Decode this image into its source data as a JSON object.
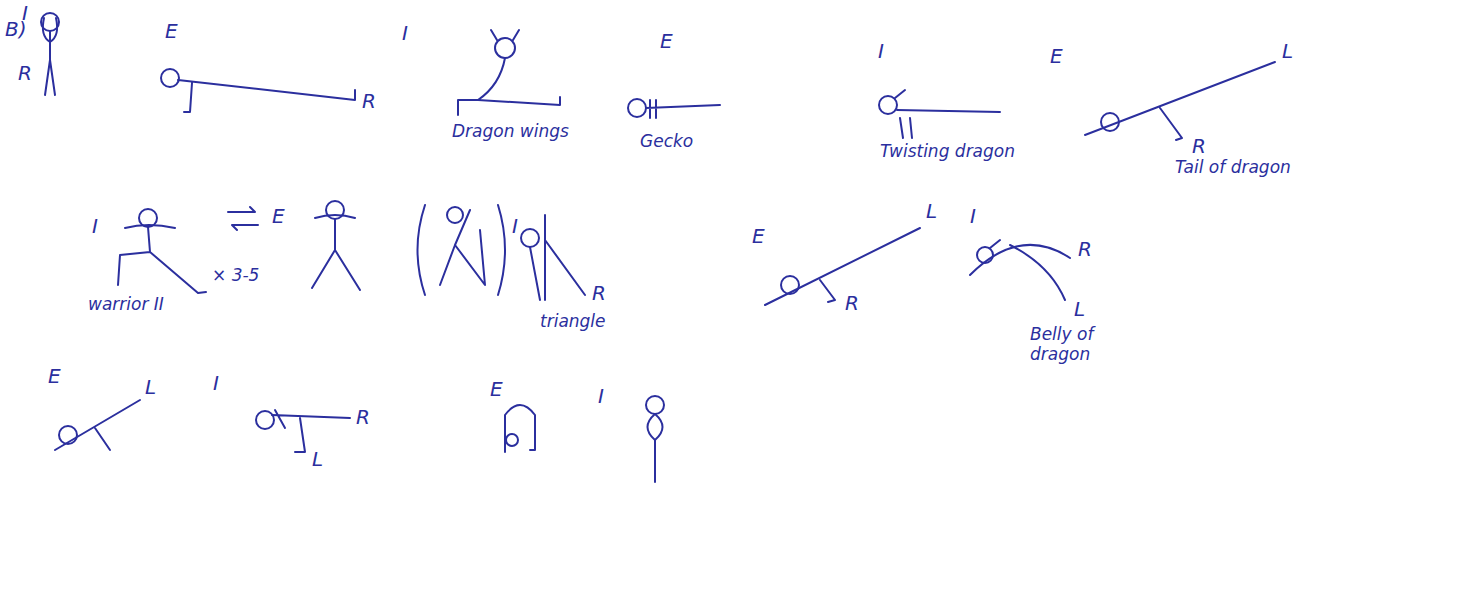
{
  "diagram": {
    "labels": [
      "B)",
      "I",
      "R",
      "E",
      "R",
      "I",
      "Dragon wings",
      "E",
      "Gecko",
      "I",
      "Twisting dragon",
      "E",
      "L",
      "R",
      "Tail of dragon",
      "I",
      "E",
      "× 3-5",
      "warrior II",
      "I",
      "R",
      "triangle",
      "E",
      "L",
      "R",
      "I",
      "R",
      "L",
      "Belly of dragon",
      "E",
      "L",
      "I",
      "R",
      "L",
      "E",
      "I"
    ]
  }
}
